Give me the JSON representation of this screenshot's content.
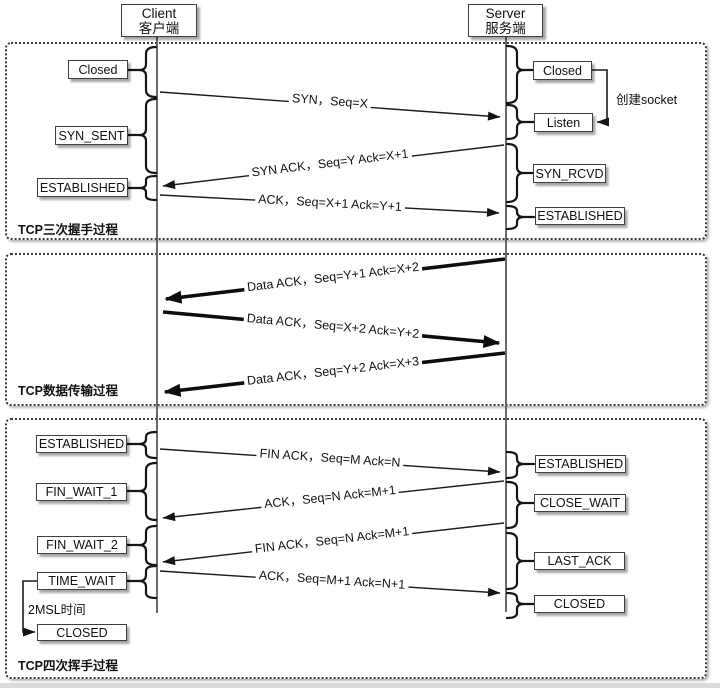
{
  "actors": {
    "client": {
      "name": "Client",
      "name_zh": "客户端"
    },
    "server": {
      "name": "Server",
      "name_zh": "服务端"
    }
  },
  "sections": {
    "handshake": {
      "label": "TCP三次握手过程",
      "client_states": [
        {
          "label": "Closed"
        },
        {
          "label": "SYN_SENT"
        },
        {
          "label": "ESTABLISHED"
        }
      ],
      "server_states": [
        {
          "label": "Closed"
        },
        {
          "label": "Listen"
        },
        {
          "label": "SYN_RCVD"
        },
        {
          "label": "ESTABLISHED"
        }
      ],
      "annotation": "创建socket",
      "messages": [
        {
          "label": "SYN，Seq=X",
          "from": "client",
          "to": "server"
        },
        {
          "label": "SYN ACK，Seq=Y Ack=X+1",
          "from": "server",
          "to": "client"
        },
        {
          "label": "ACK，Seq=X+1 Ack=Y+1",
          "from": "client",
          "to": "server"
        }
      ]
    },
    "data_transfer": {
      "label": "TCP数据传输过程",
      "messages": [
        {
          "label": "Data ACK，Seq=Y+1 Ack=X+2",
          "from": "server",
          "to": "client"
        },
        {
          "label": "Data ACK，Seq=X+2 Ack=Y+2",
          "from": "client",
          "to": "server"
        },
        {
          "label": "Data ACK，Seq=Y+2 Ack=X+3",
          "from": "server",
          "to": "client"
        }
      ]
    },
    "teardown": {
      "label": "TCP四次挥手过程",
      "client_states": [
        {
          "label": "ESTABLISHED"
        },
        {
          "label": "FIN_WAIT_1"
        },
        {
          "label": "FIN_WAIT_2"
        },
        {
          "label": "TIME_WAIT"
        },
        {
          "label": "CLOSED"
        }
      ],
      "server_states": [
        {
          "label": "ESTABLISHED"
        },
        {
          "label": "CLOSE_WAIT"
        },
        {
          "label": "LAST_ACK"
        },
        {
          "label": "CLOSED"
        }
      ],
      "annotation": "2MSL时间",
      "messages": [
        {
          "label": "FIN ACK，Seq=M Ack=N",
          "from": "client",
          "to": "server"
        },
        {
          "label": "ACK，Seq=N Ack=M+1",
          "from": "server",
          "to": "client"
        },
        {
          "label": "FIN ACK，Seq=N Ack=M+1",
          "from": "server",
          "to": "client"
        },
        {
          "label": "ACK，Seq=M+1 Ack=N+1",
          "from": "client",
          "to": "server"
        }
      ]
    }
  },
  "colors": {
    "background": "#ffffff",
    "line": "#1c1c1c",
    "box_border": "#3f3f3f",
    "section_border": "#3c3c3c"
  }
}
